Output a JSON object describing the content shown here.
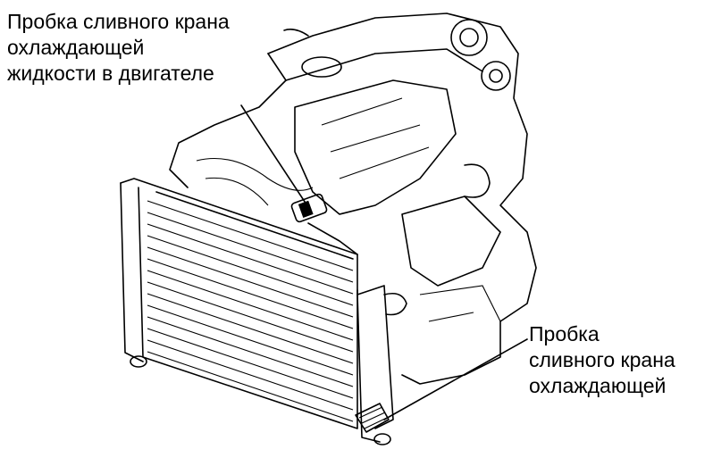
{
  "diagram": {
    "labels": {
      "engine_drain_plug": [
        "Пробка сливного крана",
        "охлаждающей",
        "жидкости в двигателе"
      ],
      "radiator_drain_plug": [
        "Пробка",
        "сливного крана",
        "охлаждающей"
      ]
    }
  }
}
